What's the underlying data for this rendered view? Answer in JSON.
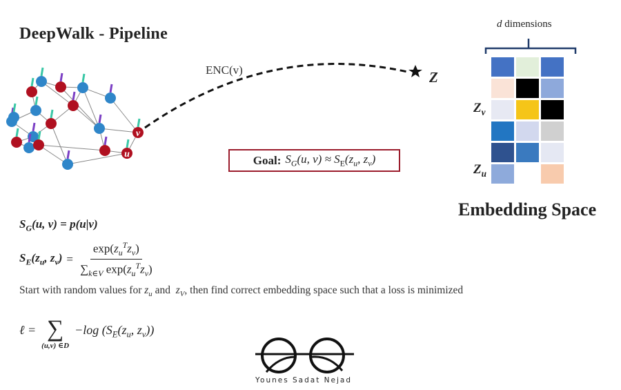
{
  "title": "DeepWalk  - Pipeline",
  "encoder": {
    "label": "ENC(v)",
    "target": "Z"
  },
  "graph": {
    "node_u_label": "u",
    "node_v_label": "v"
  },
  "goal": {
    "prefix": "Goal:",
    "formula": "S_G(u, v) ≈ S_E(z_u, z_v)"
  },
  "embedding": {
    "dim_label_var": "d",
    "dim_label_text": "dimensions",
    "row_label_v": "Z_v",
    "row_label_u": "Z_u",
    "title": "Embedding Space",
    "grid_colors": [
      [
        "#4472c4",
        "#e2efda",
        "#4472c4"
      ],
      [
        "#fae3d7",
        "#000000",
        "#8ea9db"
      ],
      [
        "#e7e9f3",
        "#f5c518",
        "#000000"
      ],
      [
        "#2276c2",
        "#d2d8ee",
        "#d0d0d0"
      ],
      [
        "#2f528f",
        "#3a7abf",
        "#e5e8f3"
      ],
      [
        "#8eaadb",
        "#ffffff",
        "#f8cbad"
      ]
    ]
  },
  "equations": {
    "sg": "S_G(u,v) = p(u|v)",
    "se_lhs": "S_E(z_u, z_v) =",
    "se_num": "exp(z_u^T z_v)",
    "se_den": "∑_{k∈V} exp(z_u^T z_v)"
  },
  "description": "Start with random values for z_u and z_V, then find correct embedding space such that a loss is minimized",
  "loss": {
    "lhs": "ℓ =",
    "sigma": "∑",
    "sum_sub": "(u,v) ∈D",
    "expr": "−log (S_E(z_u, z_v))"
  },
  "author": "Younes Sadat Nejad",
  "colors": {
    "goal_border": "#9b1c2c",
    "node_red": "#b01020",
    "node_blue": "#2f86c9"
  }
}
